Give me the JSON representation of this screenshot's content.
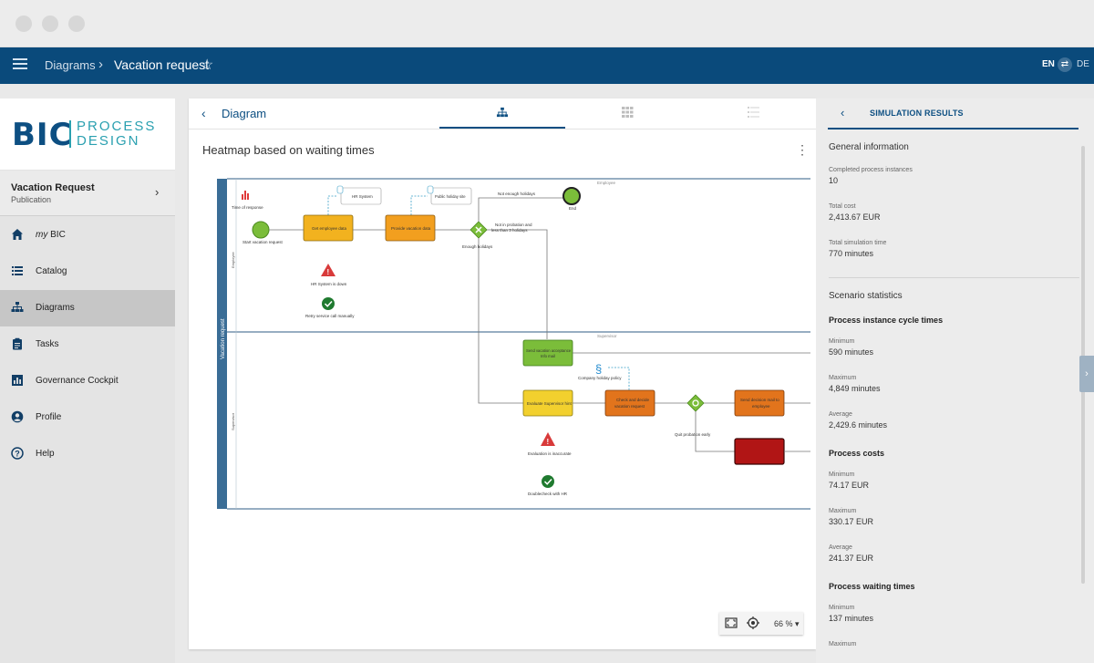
{
  "topbar": {
    "breadcrumb_parent": "Diagrams",
    "breadcrumb_current": "Vacation request",
    "lang_active": "EN",
    "lang_other": "DE"
  },
  "logo": {
    "brand": "BIC",
    "line1": "PROCESS",
    "line2": "DESIGN"
  },
  "process": {
    "title": "Vacation Request",
    "status": "Publication"
  },
  "nav": [
    {
      "prefix": "my",
      "label": "BIC",
      "icon": "home-icon"
    },
    {
      "label": "Catalog",
      "icon": "list-icon"
    },
    {
      "label": "Diagrams",
      "icon": "sitemap-icon",
      "active": true
    },
    {
      "label": "Tasks",
      "icon": "clipboard-icon"
    },
    {
      "label": "Governance Cockpit",
      "icon": "bar-chart-icon"
    },
    {
      "label": "Profile",
      "icon": "user-icon"
    },
    {
      "label": "Help",
      "icon": "help-icon"
    }
  ],
  "center": {
    "title": "Diagram",
    "heading": "Heatmap based on waiting times",
    "zoom": "66 %"
  },
  "diagram": {
    "pool": "Vacation request",
    "lane1": "Employee",
    "lane2": "Supervisor",
    "lane1_tag": "Employee",
    "lane2_tag": "Supervisor",
    "start_event": "Start vacation request",
    "kpi_label": "Time of response",
    "task_get_data": "Get employee data",
    "task_provide": "Provide vacation data",
    "sys_hr": "HR System",
    "sys_portal": "Public holiday site",
    "risk_hr_down": "HR System is down",
    "control_retry": "Retry service call manually",
    "gw_not_enough": "Not enough holidays",
    "gw_probation_1": "Not in probation and",
    "gw_probation_2": "less than 3 holidays",
    "gw_enough": "Enough holidays",
    "end_event": "End",
    "task_send_accept_1": "Send vacation acceptance",
    "task_send_accept_2": "Info mail",
    "policy": "Company holiday policy",
    "task_evaluate": "Evaluate Supervisor hint",
    "task_check_1": "Check and decide",
    "task_check_2": "vacation request",
    "gw_quit": "Quit probation early",
    "task_send_decision_1": "Send decision mail to",
    "task_send_decision_2": "employee",
    "risk_eval": "Evaluation is inaccurate",
    "control_double": "Doublecheck with HR"
  },
  "results": {
    "title": "SIMULATION RESULTS",
    "general_title": "General information",
    "completed_label": "Completed process instances",
    "completed_value": "10",
    "cost_label": "Total cost",
    "cost_value": "2,413.67 EUR",
    "time_label": "Total simulation time",
    "time_value": "770 minutes",
    "scenario_title": "Scenario statistics",
    "cycle_title": "Process instance cycle times",
    "cycle_min_label": "Minimum",
    "cycle_min": "590 minutes",
    "cycle_max_label": "Maximum",
    "cycle_max": "4,849 minutes",
    "cycle_avg_label": "Average",
    "cycle_avg": "2,429.6 minutes",
    "costs_title": "Process costs",
    "costs_min_label": "Minimum",
    "costs_min": "74.17 EUR",
    "costs_max_label": "Maximum",
    "costs_max": "330.17 EUR",
    "costs_avg_label": "Average",
    "costs_avg": "241.37 EUR",
    "wait_title": "Process waiting times",
    "wait_min_label": "Minimum",
    "wait_min": "137 minutes",
    "wait_max_label": "Maximum"
  },
  "colors": {
    "primary": "#0a4a7b",
    "teal": "#2aa0b0",
    "heat_green": "#7bbd3a",
    "heat_yellow": "#f2d02e",
    "heat_amber": "#f2a51f",
    "heat_orange": "#e2741c",
    "heat_red": "#b11515"
  }
}
